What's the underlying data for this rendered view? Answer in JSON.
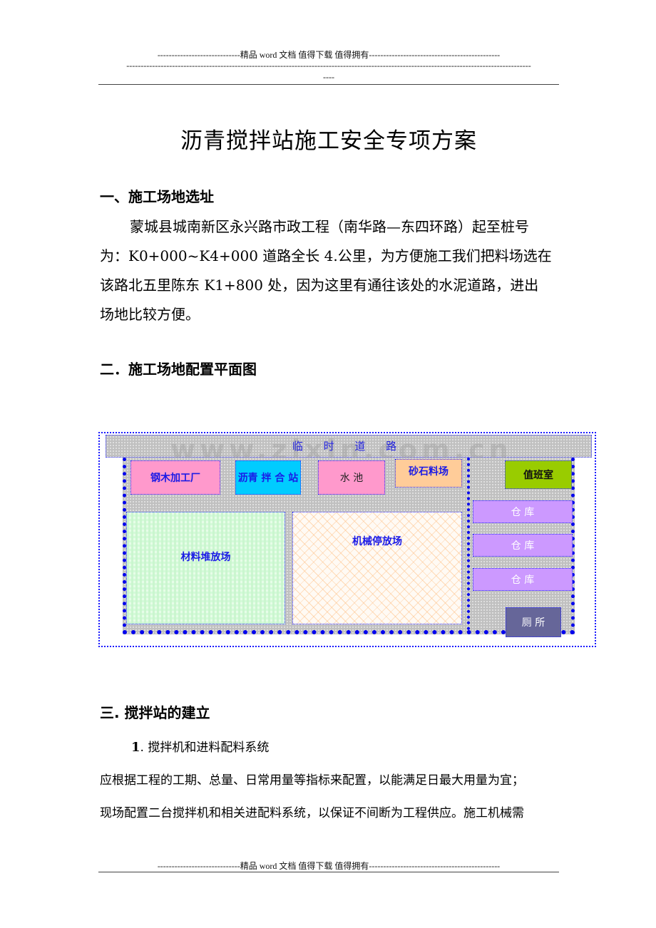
{
  "header": {
    "line1": "-----------------------------精品 word 文档  值得下载  值得拥有----------------------------------------------",
    "line2": "----------------------------------------------------------------------------------------------------------------------------------------------",
    "line3": "----"
  },
  "document": {
    "title": "沥青搅拌站施工安全专项方案",
    "section1": {
      "heading": "一、施工场地选址",
      "lines": [
        "蒙城县城南新区永兴路市政工程（南华路—东四环路）起至桩号",
        "为：K0+000~K4+000 道路全长 4.公里，为方便施工我们把料场选在",
        "该路北五里陈东 K1+800 处，因为这里有通往该处的水泥道路，进出",
        "场地比较方便。"
      ]
    },
    "section2": {
      "heading": "二．施工场地配置平面图"
    },
    "section3": {
      "heading": "三. 搅拌站的建立",
      "subheading_num": "1",
      "subheading_text": ". 搅拌机和进料配料系统",
      "lines": [
        "应根据工程的工期、总量、日常用量等指标来配置，以能满足日最大用量为宜；",
        "现场配置二台搅拌机和相关进配料系统，以保证不间断为工程供应。施工机械需"
      ]
    }
  },
  "site_plan": {
    "watermark": "www.zixin.com.cn",
    "road": "临 时 道 路",
    "areas": {
      "steel_wood": {
        "label": "钢木加工厂",
        "color": "#ff99cc"
      },
      "asphalt_plant": {
        "label": "沥青 拌 合 站",
        "color": "#00ccff"
      },
      "water_pool": {
        "label": "水 池",
        "color": "#ff99cc"
      },
      "gravel_yard": {
        "label": "砂石料场",
        "color": "#ffcc99"
      },
      "duty_room": {
        "label": "值班室",
        "color": "#99cc00"
      },
      "material_yard": {
        "label": "材料堆放场",
        "color": "#ccffcc"
      },
      "machinery_yard": {
        "label": "机械停放场",
        "color": "#ffcc99"
      },
      "warehouse_1": {
        "label": "仓 库",
        "color": "#cc99ff"
      },
      "warehouse_2": {
        "label": "仓 库",
        "color": "#cc99ff"
      },
      "warehouse_3": {
        "label": "仓 库",
        "color": "#cc99ff"
      },
      "toilet": {
        "label": "厕 所",
        "color": "#666699"
      }
    },
    "border_color": "#0000ee",
    "ground_color": "#c0c0c0"
  },
  "footer": {
    "line": "-----------------------------精品 word 文档  值得下载  值得拥有----------------------------------------------"
  }
}
